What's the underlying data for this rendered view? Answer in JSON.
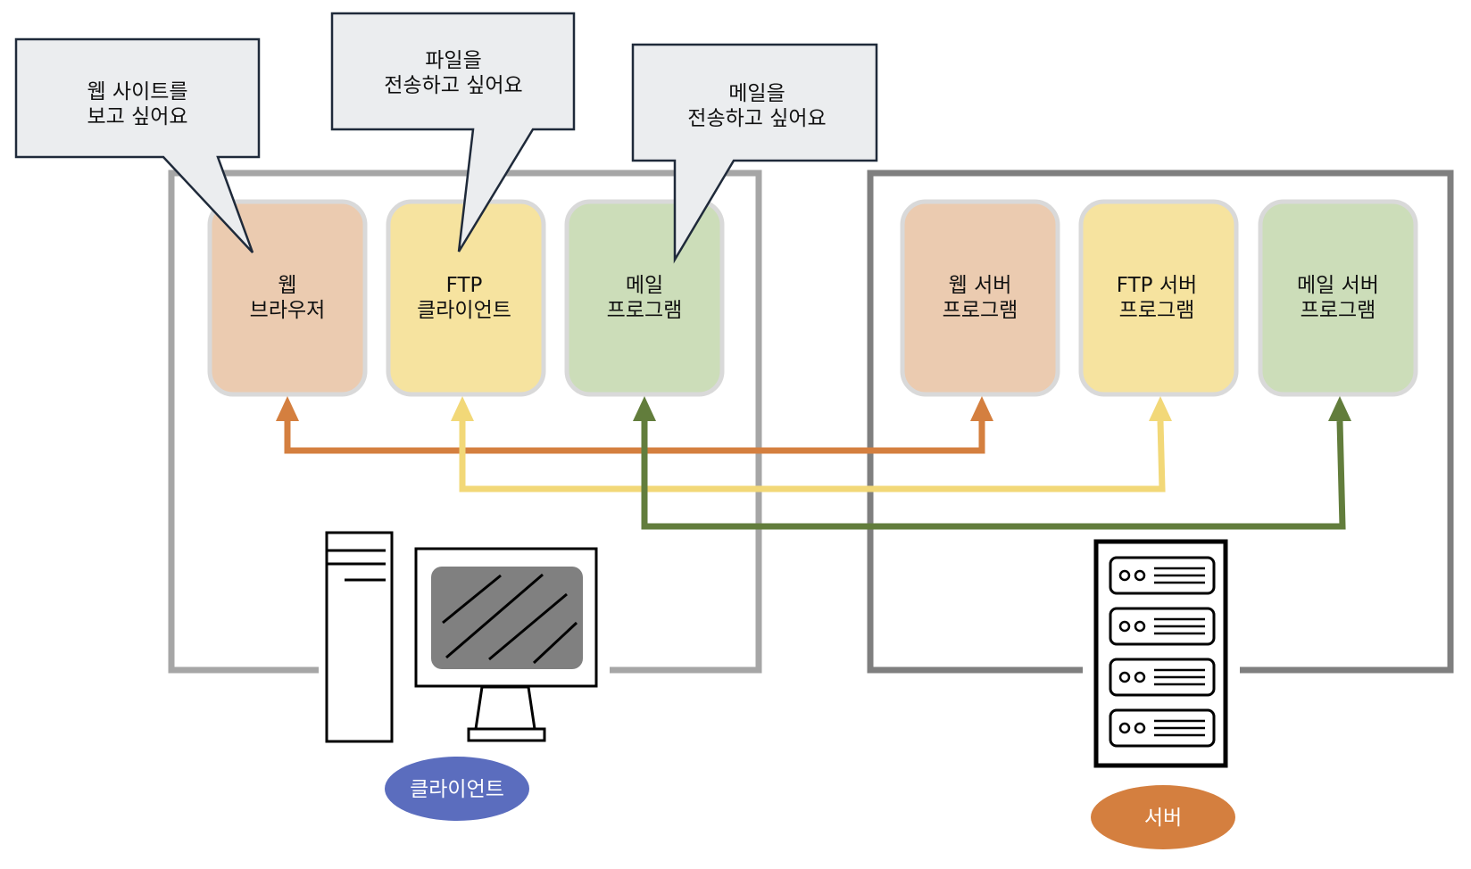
{
  "client": {
    "programs": [
      {
        "id": "web",
        "lines": [
          "웹",
          "브라우저"
        ]
      },
      {
        "id": "ftp",
        "lines": [
          "FTP",
          "클라이언트"
        ]
      },
      {
        "id": "mail",
        "lines": [
          "메일",
          "프로그램"
        ]
      }
    ],
    "badge": "클라이언트"
  },
  "server": {
    "programs": [
      {
        "id": "web",
        "lines": [
          "웹 서버",
          "프로그램"
        ]
      },
      {
        "id": "ftp",
        "lines": [
          "FTP 서버",
          "프로그램"
        ]
      },
      {
        "id": "mail",
        "lines": [
          "메일 서버",
          "프로그램"
        ]
      }
    ],
    "badge": "서버"
  },
  "bubbles": [
    {
      "id": "web",
      "lines": [
        "웹 사이트를",
        "보고 싶어요"
      ]
    },
    {
      "id": "ftp",
      "lines": [
        "파일을",
        "전송하고 싶어요"
      ]
    },
    {
      "id": "mail",
      "lines": [
        "메일을",
        "전송하고 싶어요"
      ]
    }
  ],
  "colors": {
    "web_fill": "#EBCBB0",
    "ftp_fill": "#F6E39F",
    "mail_fill": "#CCDDB9",
    "web_line": "#D47F3F",
    "ftp_line": "#F2D878",
    "mail_line": "#627D3C",
    "client_frame": "#A6A6A6",
    "server_frame": "#7F7F7F",
    "client_badge": "#5B6DBE",
    "server_badge": "#D47F3F",
    "bubble_fill": "#EBEDEF"
  }
}
